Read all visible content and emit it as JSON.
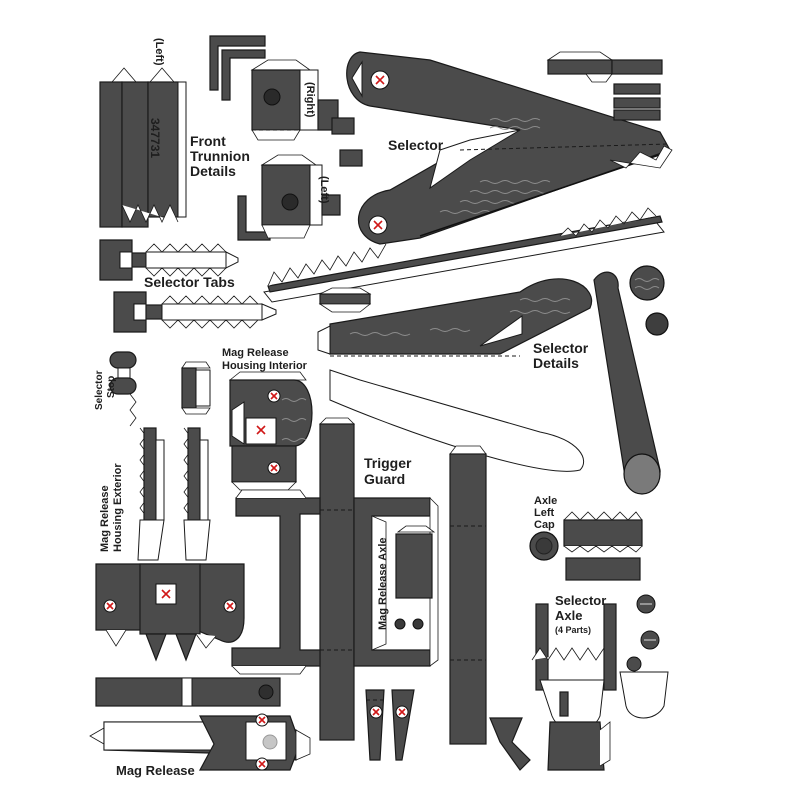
{
  "labels": {
    "front_trunnion": [
      "Front",
      "Trunnion",
      "Details"
    ],
    "left_top": "(Left)",
    "right": "(Right)",
    "left_mid": "(Left)",
    "serial": "347731",
    "selector": "Selector",
    "selector_tabs": "Selector Tabs",
    "selector_details": [
      "Selector",
      "Details"
    ],
    "selector_stop": [
      "Selector",
      "Stop"
    ],
    "mag_release_housing_interior": [
      "Mag Release",
      "Housing Interior"
    ],
    "mag_release_housing_exterior": [
      "Mag Release",
      "Housing Exterior"
    ],
    "trigger_guard": [
      "Trigger",
      "Guard"
    ],
    "mag_release_axle": "Mag Release Axle",
    "axle_left_cap": [
      "Axle",
      "Left",
      "Cap"
    ],
    "selector_axle": [
      "Selector",
      "Axle"
    ],
    "selector_axle_parts": "(4 Parts)",
    "mag_release": "Mag Release"
  },
  "colors": {
    "part_fill": "#4b4b4b",
    "outline": "#1a1a1a",
    "glue_tab": "#ffffff",
    "hole_marker": "#d01818"
  }
}
